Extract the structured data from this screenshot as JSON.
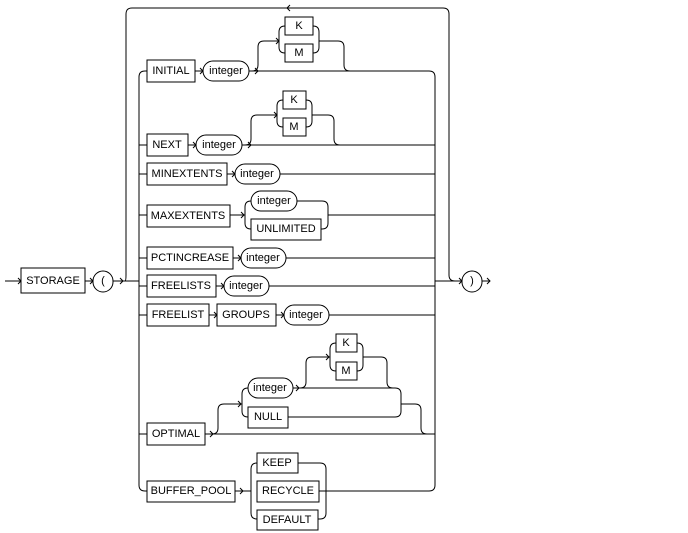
{
  "diagram": {
    "storage": "STORAGE",
    "open_paren": "(",
    "close_paren": ")",
    "initial": "INITIAL",
    "integer": "integer",
    "k": "K",
    "m": "M",
    "next": "NEXT",
    "minextents": "MINEXTENTS",
    "maxextents": "MAXEXTENTS",
    "unlimited": "UNLIMITED",
    "pctincrease": "PCTINCREASE",
    "freelists": "FREELISTS",
    "freelist": "FREELIST",
    "groups": "GROUPS",
    "optimal": "OPTIMAL",
    "null": "NULL",
    "buffer_pool": "BUFFER_POOL",
    "keep": "KEEP",
    "recycle": "RECYCLE",
    "default": "DEFAULT"
  }
}
